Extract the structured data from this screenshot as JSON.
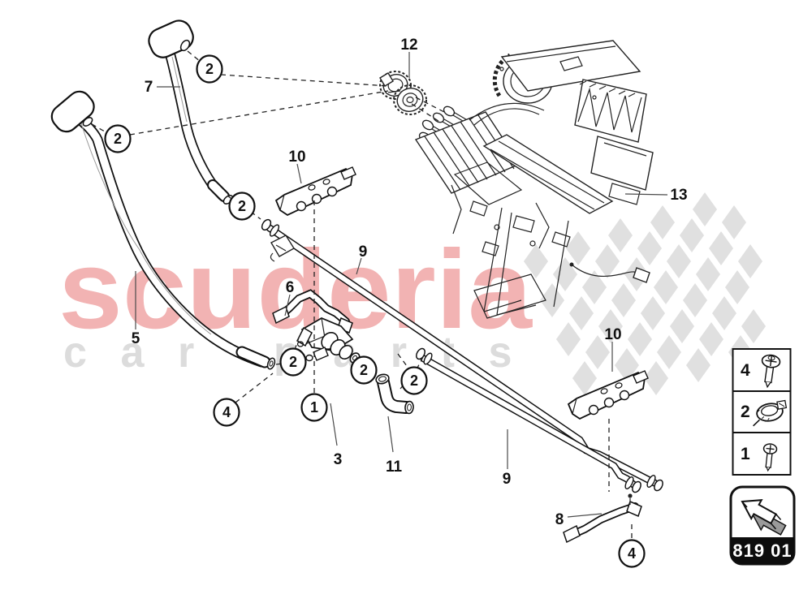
{
  "watermark": {
    "brand": "scuderia",
    "tagline": "car parts"
  },
  "part_labels": {
    "l1": "1",
    "l3": "3",
    "l5": "5",
    "l6": "6",
    "l7": "7",
    "l8": "8",
    "l9a": "9",
    "l9b": "9",
    "l10a": "10",
    "l10b": "10",
    "l11": "11",
    "l12": "12",
    "l13": "13"
  },
  "callouts": {
    "c2a": "2",
    "c2b": "2",
    "c2c": "2",
    "c2d": "2",
    "c2e": "2",
    "c2f": "2",
    "c1": "1",
    "c4a": "4",
    "c4b": "4"
  },
  "legend": {
    "rows": [
      {
        "num": "4",
        "icon": "screw-long-icon"
      },
      {
        "num": "2",
        "icon": "hose-clamp-icon"
      },
      {
        "num": "1",
        "icon": "screw-short-icon"
      }
    ],
    "badge": {
      "code": "819 01",
      "icon": "arrow-up-left-icon"
    }
  },
  "colors": {
    "watermark_pink": "#f2b3b3",
    "watermark_gray": "#dcdcdc",
    "flag_gray": "#e0e0e0",
    "line_black": "#1a1a1a",
    "badge_black": "#0d0d0d"
  }
}
